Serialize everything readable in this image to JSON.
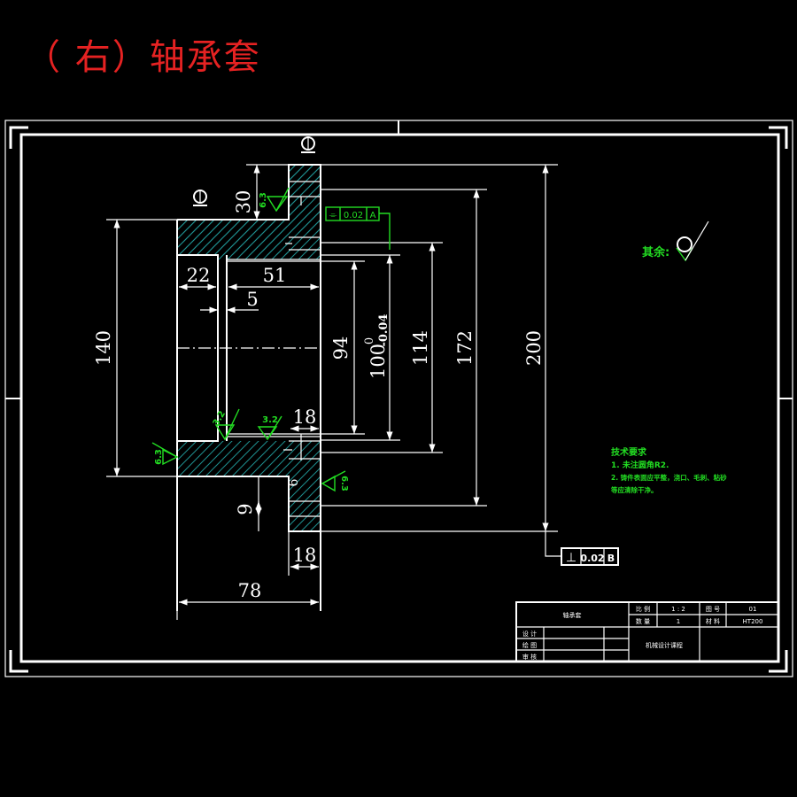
{
  "title": "（ 右）轴承套",
  "dimensions": {
    "d30": "30",
    "d22": "22",
    "d51": "51",
    "d5": "5",
    "d140": "140",
    "d94": "94",
    "d100": "100",
    "d100_tol_upper": "0",
    "d100_tol_lower": "-0.04",
    "d114": "114",
    "d172": "172",
    "d200": "200",
    "d18_top": "18",
    "d6": "6",
    "d9": "9",
    "d18_bottom": "18",
    "d78": "78"
  },
  "roughness": {
    "r1": "6.3",
    "r2": "3.2",
    "r3": "3.2",
    "r4": "6.3",
    "r5": "6.3"
  },
  "tolerances": {
    "flatness": {
      "symbol": "⌯",
      "value": "0.02",
      "datum": "A"
    },
    "perpendicular": {
      "symbol": "⊥",
      "value": "0.02",
      "datum": "B"
    }
  },
  "other_finish": "其余:",
  "tech_requirements": {
    "heading": "技术要求",
    "line1": "1. 未注圆角R2.",
    "line2": "2. 铸件表面应平整，浇口、毛刺、粘砂",
    "line3": "等应清除干净。"
  },
  "title_block": {
    "part_name": "轴承套",
    "ratio_label": "比 例",
    "ratio_value": "1 : 2",
    "drawing_no_label": "图 号",
    "drawing_no_value": "01",
    "quantity_label": "数 量",
    "quantity_value": "1",
    "material_label": "材 料",
    "material_value": "HT200",
    "designer_label": "设 计",
    "drafter_label": "绘 图",
    "reviewer_label": "审 核",
    "school": "机械设计课程"
  },
  "colors": {
    "title": "#e52222",
    "annotation": "#22dd22",
    "line": "#ffffff",
    "hatch": "#1e8f8f"
  }
}
